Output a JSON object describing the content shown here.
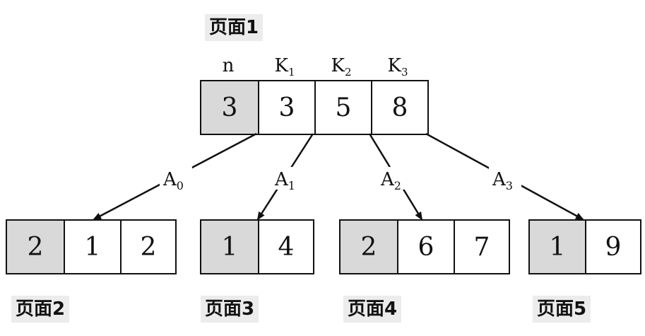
{
  "root": {
    "page_label": "页面1",
    "headers": [
      {
        "main": "n",
        "sub": ""
      },
      {
        "main": "K",
        "sub": "1"
      },
      {
        "main": "K",
        "sub": "2"
      },
      {
        "main": "K",
        "sub": "3"
      }
    ],
    "cells": [
      "3",
      "3",
      "5",
      "8"
    ]
  },
  "children": [
    {
      "page_label": "页面2",
      "cells": [
        "2",
        "1",
        "2"
      ]
    },
    {
      "page_label": "页面3",
      "cells": [
        "1",
        "4"
      ]
    },
    {
      "page_label": "页面4",
      "cells": [
        "2",
        "6",
        "7"
      ]
    },
    {
      "page_label": "页面5",
      "cells": [
        "1",
        "9"
      ]
    }
  ],
  "pointers": [
    {
      "main": "A",
      "sub": "0"
    },
    {
      "main": "A",
      "sub": "1"
    },
    {
      "main": "A",
      "sub": "2"
    },
    {
      "main": "A",
      "sub": "3"
    }
  ]
}
